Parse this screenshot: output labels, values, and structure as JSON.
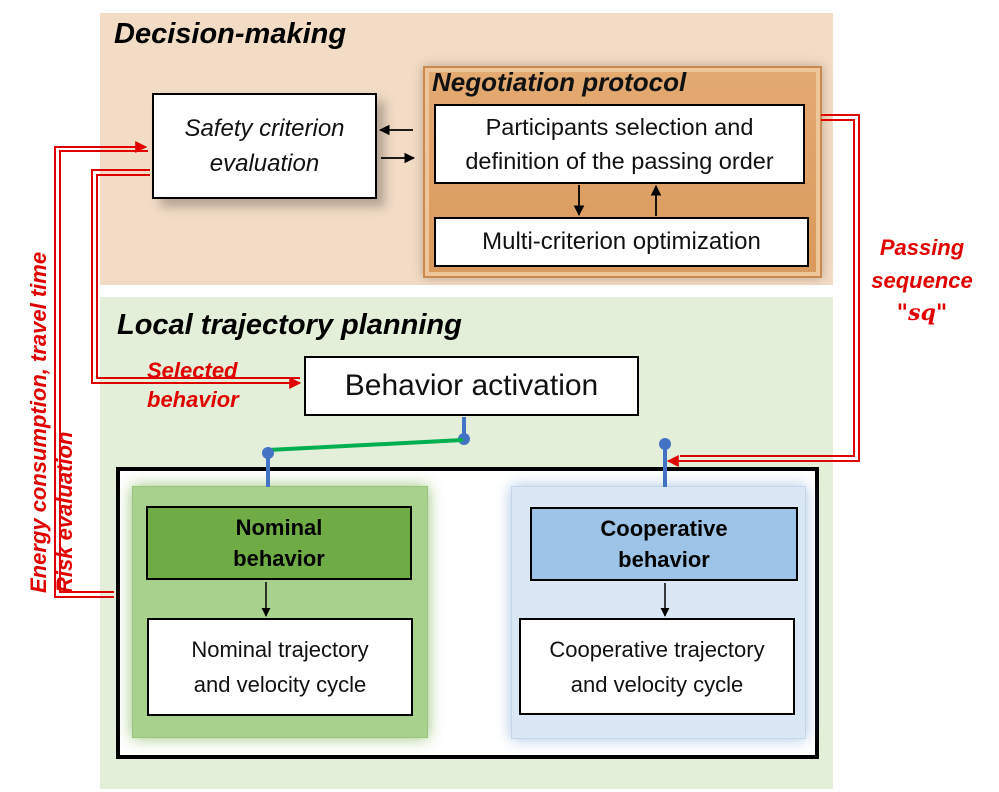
{
  "decision_making": {
    "title": "Decision-making"
  },
  "negotiation": {
    "title": "Negotiation protocol",
    "participants_line1": "Participants selection and",
    "participants_line2": "definition of the passing order",
    "optimization": "Multi-criterion optimization"
  },
  "safety": {
    "line1": "Safety criterion",
    "line2": "evaluation"
  },
  "local_planning": {
    "title": "Local trajectory planning",
    "behavior_activation": "Behavior activation"
  },
  "nominal": {
    "header_line1": "Nominal",
    "header_line2": "behavior",
    "traj_line1": "Nominal trajectory",
    "traj_line2": "and velocity cycle"
  },
  "cooperative": {
    "header_line1": "Cooperative",
    "header_line2": "behavior",
    "traj_line1": "Cooperative trajectory",
    "traj_line2": "and velocity cycle"
  },
  "annotations": {
    "selected_line1": "Selected",
    "selected_line2": "behavior",
    "passing_line1": "Passing",
    "passing_line2": "sequence",
    "passing_sq": "\"sq\"",
    "energy": "Energy consumption, travel time",
    "risk": "Risk evaluation"
  },
  "colors": {
    "decision_bg": "#f2dcc6",
    "local_bg": "#e4efd9",
    "negotiation_fill": "#dea065",
    "nominal_panel": "#a9d18e",
    "nominal_header": "#6fac46",
    "cooperative_panel": "#dae8f5",
    "cooperative_header": "#9dc3e6",
    "annotation_red": "#e00000",
    "switch_blue": "#4472c4",
    "switch_green": "#00b050"
  }
}
